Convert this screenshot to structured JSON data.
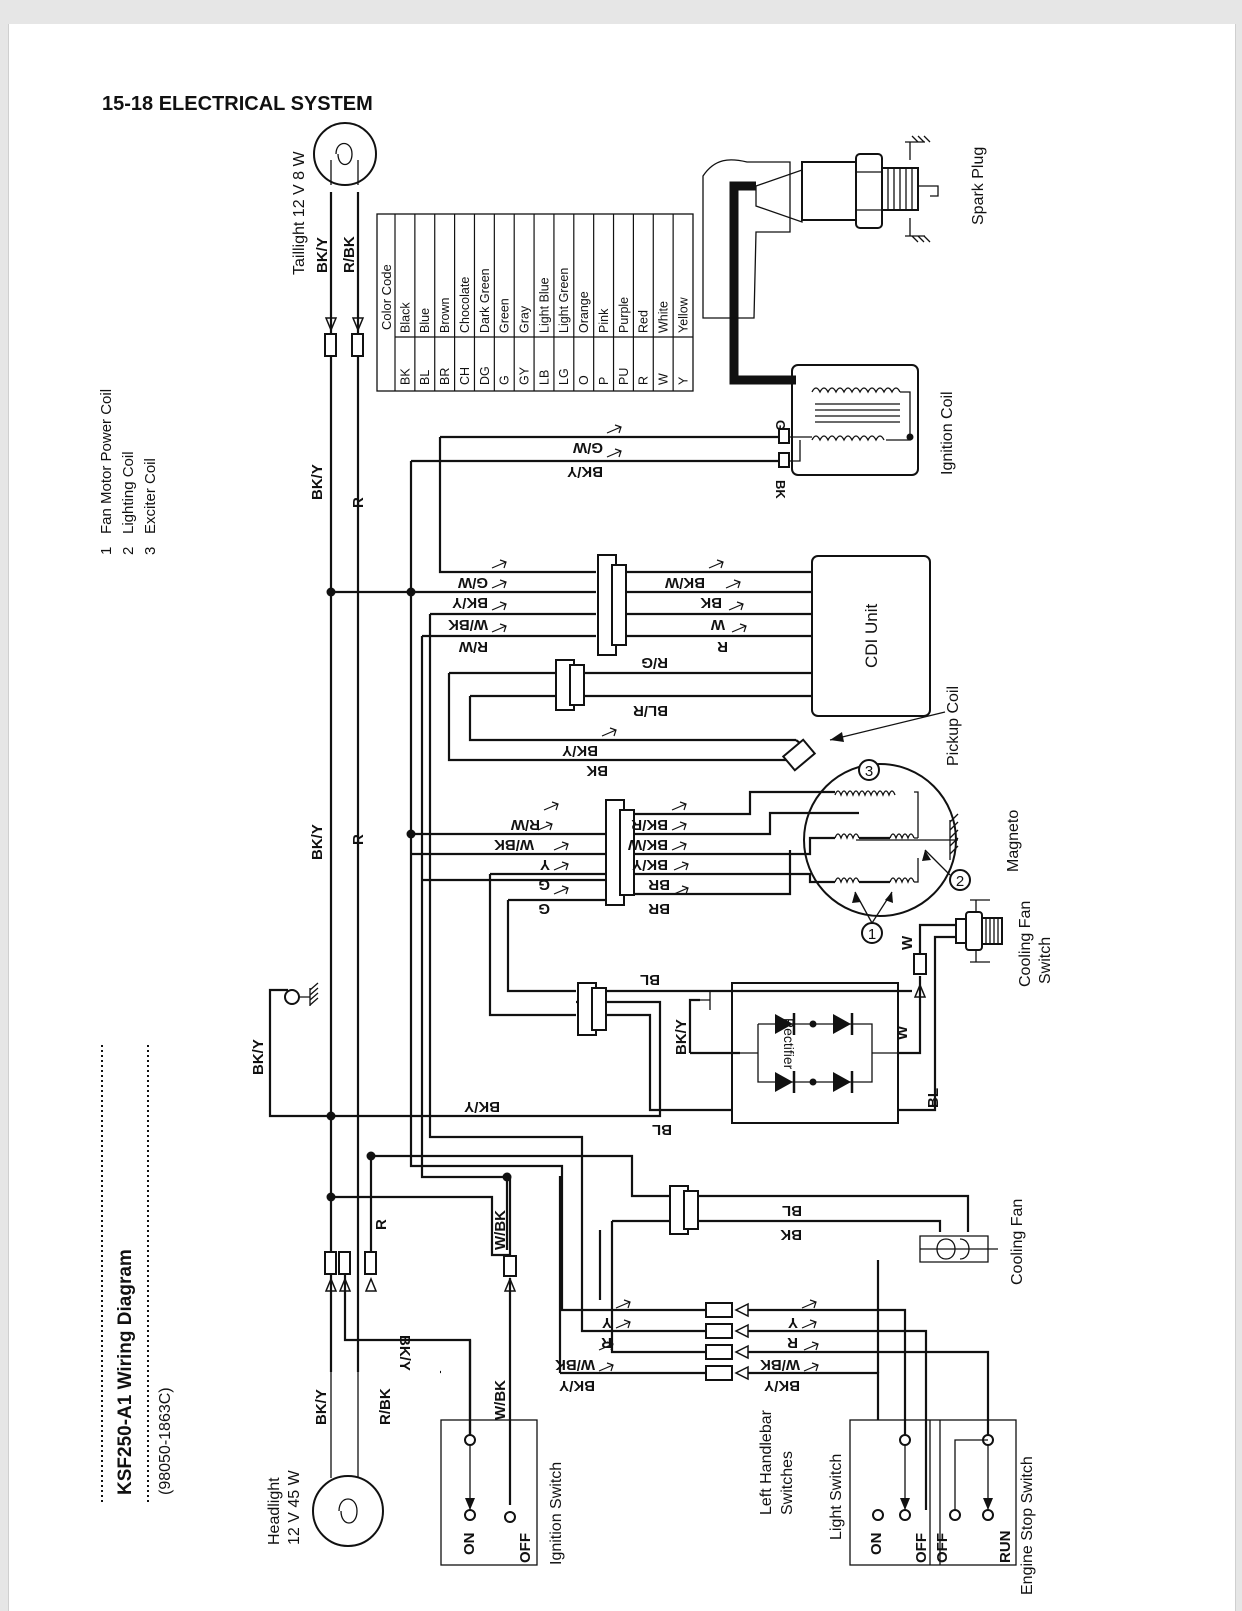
{
  "header": {
    "title": "15-18 ELECTRICAL SYSTEM"
  },
  "legend_numbers": [
    {
      "n": "1",
      "text": "Fan Motor Power Coil"
    },
    {
      "n": "2",
      "text": "Lighting Coil"
    },
    {
      "n": "3",
      "text": "Exciter Coil"
    }
  ],
  "diagram_title": "KSF250-A1 Wiring Diagram",
  "diagram_number": "(98050-1863C)",
  "color_code": {
    "header": "Color Code",
    "rows": [
      {
        "code": "BK",
        "name": "Black"
      },
      {
        "code": "BL",
        "name": "Blue"
      },
      {
        "code": "BR",
        "name": "Brown"
      },
      {
        "code": "CH",
        "name": "Chocolate"
      },
      {
        "code": "DG",
        "name": "Dark Green"
      },
      {
        "code": "G",
        "name": "Green"
      },
      {
        "code": "GY",
        "name": "Gray"
      },
      {
        "code": "LB",
        "name": "Light Blue"
      },
      {
        "code": "LG",
        "name": "Light Green"
      },
      {
        "code": "O",
        "name": "Orange"
      },
      {
        "code": "P",
        "name": "Pink"
      },
      {
        "code": "PU",
        "name": "Purple"
      },
      {
        "code": "R",
        "name": "Red"
      },
      {
        "code": "W",
        "name": "White"
      },
      {
        "code": "Y",
        "name": "Yellow"
      }
    ]
  },
  "components": {
    "taillight": "Taillight 12 V 8 W",
    "headlight_line1": "Headlight",
    "headlight_line2": "12 V 45 W",
    "spark_plug": "Spark Plug",
    "ignition_coil": "Ignition Coil",
    "cdi_unit": "CDI Unit",
    "pickup_coil": "Pickup Coil",
    "magneto": "Magneto",
    "cooling_fan_switch_line1": "Cooling Fan",
    "cooling_fan_switch_line2": "Switch",
    "rectifier": "Rectifier",
    "cooling_fan": "Cooling Fan",
    "ignition_switch": "Ignition Switch",
    "left_handlebar_line1": "Left Handlebar",
    "left_handlebar_line2": "Switches",
    "light_switch": "Light Switch",
    "engine_stop_switch": "Engine Stop Switch"
  },
  "switch_labels": {
    "ign_on": "ON",
    "ign_off": "OFF",
    "light_on": "ON",
    "light_off": "OFF",
    "stop_off": "OFF",
    "stop_run": "RUN"
  },
  "coil_callouts": [
    "1",
    "2",
    "3"
  ],
  "wire_labels": {
    "main_bky_1": "BK/Y",
    "main_bky_2": "BK/Y",
    "main_bky_3": "BK/Y",
    "main_r_1": "R",
    "main_r_2": "R",
    "main_r_3": "R",
    "tail_bky": "BK/Y",
    "tail_rbk": "R/BK",
    "head_bky": "BK/Y",
    "head_rbk": "R/BK",
    "ground_bky": "BK/Y",
    "ign_bky": "BK/Y",
    "ign_wbk_1": "W/BK",
    "ign_wbk_2": "W/BK",
    "coil_gw": "G/W",
    "coil_bky": "BK/Y",
    "coil_g": "G",
    "coil_bk": "BK",
    "cdi_gw": "G/W",
    "cdi_bky": "BK/Y",
    "cdi_wbk": "W/BK",
    "cdi_rw": "R/W",
    "cdi_bkw": "BK/W",
    "cdi_bk": "BK",
    "cdi_w": "W",
    "cdi_r": "R",
    "cdi_rg": "R/G",
    "cdi_blr": "BL/R",
    "pickup_bky": "BK/Y",
    "pickup_bk": "BK",
    "mag_rw": "R/W",
    "mag_wbk": "W/BK",
    "mag_y": "Y",
    "mag_g1": "G",
    "mag_g2": "G",
    "mag_bkr": "BK/R",
    "mag_bkw": "BK/W",
    "mag_bky": "BK/Y",
    "mag_br1": "BR",
    "mag_br2": "BR",
    "rect_bl_top": "BL",
    "rect_bl_bot": "BL",
    "rect_bky": "BK/Y",
    "rect_w": "W",
    "rect_bl_side": "BL",
    "fsw_w": "W",
    "bus_bky": "BK/Y",
    "fan_bl": "BL",
    "fan_bk": "BK",
    "hb_y_l": "Y",
    "hb_r_l": "R",
    "hb_wbk_l": "W/BK",
    "hb_bky_l": "BK/Y",
    "hb_y_r": "Y",
    "hb_r_r": "R",
    "hb_wbk_r": "W/BK",
    "hb_bky_r": "BK/Y"
  }
}
